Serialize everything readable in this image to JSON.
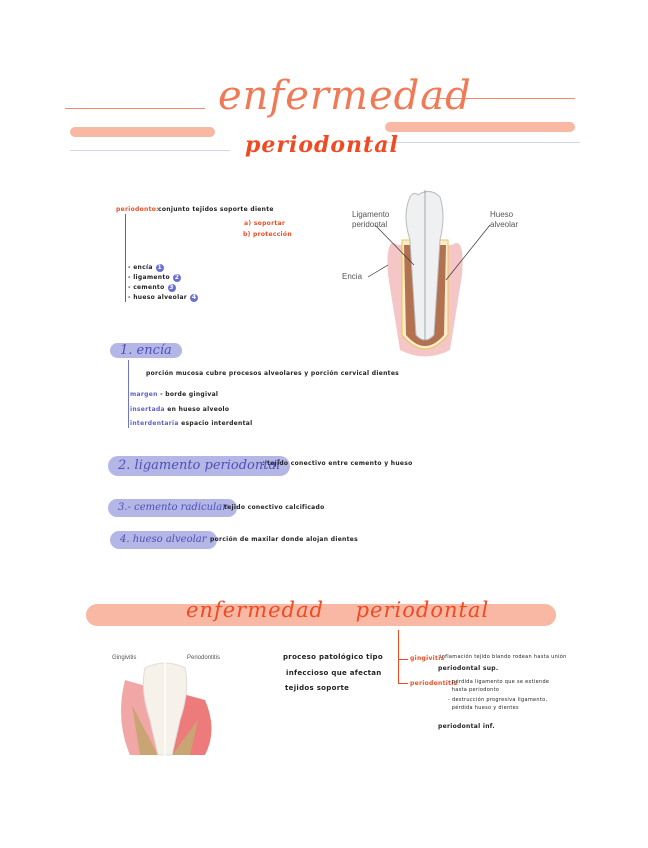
{
  "header": {
    "title": "enfermedad",
    "subtitle": "periodontal"
  },
  "periodonto": {
    "label": "periodonto:",
    "definition": "conjunto tejidos soporte diente",
    "functions": [
      "a) soportar",
      "b) protección"
    ],
    "parts": [
      {
        "label": "encía",
        "num": "1"
      },
      {
        "label": "ligamento",
        "num": "2"
      },
      {
        "label": "cemento",
        "num": "3"
      },
      {
        "label": "hueso alveolar",
        "num": "4"
      }
    ]
  },
  "figure1": {
    "labels": {
      "ligament": "Ligamento\nperidontal",
      "bone": "Hueso\nalveolar",
      "gum": "Encia"
    }
  },
  "sections": [
    {
      "title": "1. encía",
      "text": "porción mucosa cubre procesos alveolares y porción cervical dientes",
      "items": [
        {
          "k": "margen",
          "v": "- borde gingival"
        },
        {
          "k": "insertada",
          "v": "en hueso alveolo"
        },
        {
          "k": "interdentaria",
          "v": "espacio interdental"
        }
      ]
    },
    {
      "title": "2. ligamento periodontal",
      "text": ": tejido conectivo entre cemento y hueso"
    },
    {
      "title": "3.- cemento radicular",
      "text": "tejido conectivo calcificado"
    },
    {
      "title": "4. hueso alveolar",
      "text": "porción de maxilar donde alojan dientes"
    }
  ],
  "disease": {
    "title": "enfermedad periodontal",
    "figure_labels": {
      "left": "Gingivitis",
      "right": "Periodontitis"
    },
    "description": [
      "proceso patológico tipo",
      "infeccioso que afectan",
      "tejidos soporte"
    ],
    "branches": [
      {
        "k": "gingivitis",
        "lines": [
          "inflamación tejido blando rodean hasta unión",
          "periodontal sup."
        ]
      },
      {
        "k": "periodontitis",
        "lines": [
          "- pérdida ligamento que se extiende",
          "  hasta periodonto",
          "- destrucción progresiva ligamento,",
          "  pérdida hueso y dientes"
        ]
      }
    ],
    "footer": "periodontal inf."
  }
}
